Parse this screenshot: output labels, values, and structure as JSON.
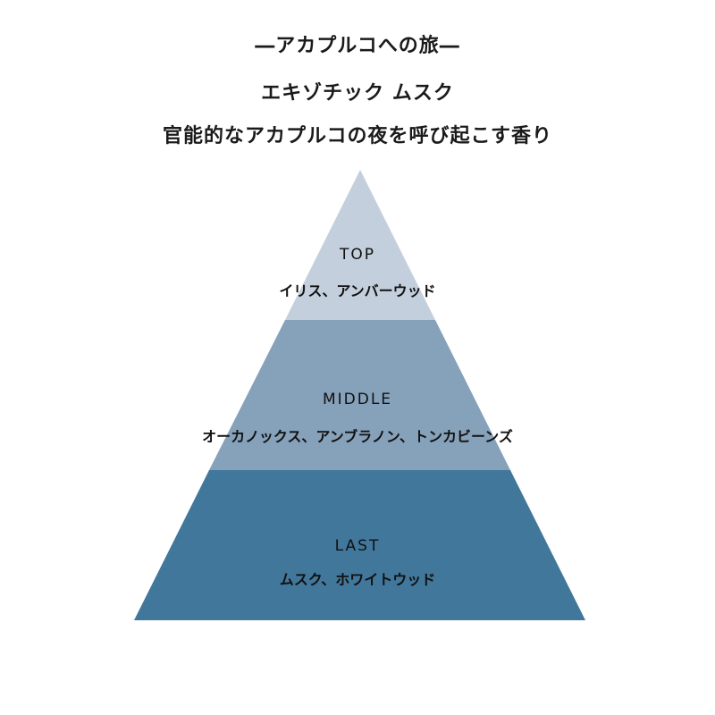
{
  "header": {
    "line1": "―アカプルコへの旅―",
    "line2": "エキゾチック ムスク",
    "line3": "官能的なアカプルコの夜を呼び起こす香り"
  },
  "pyramid": {
    "tiers": [
      {
        "name": "TOP",
        "notes": "イリス、アンバーウッド",
        "color": "#c3cfdc"
      },
      {
        "name": "MIDDLE",
        "notes": "オーカノックス、アンブラノン、トンカビーンズ",
        "color": "#86a1ba"
      },
      {
        "name": "LAST",
        "notes": "ムスク、ホワイトウッド",
        "color": "#41779b"
      }
    ]
  }
}
